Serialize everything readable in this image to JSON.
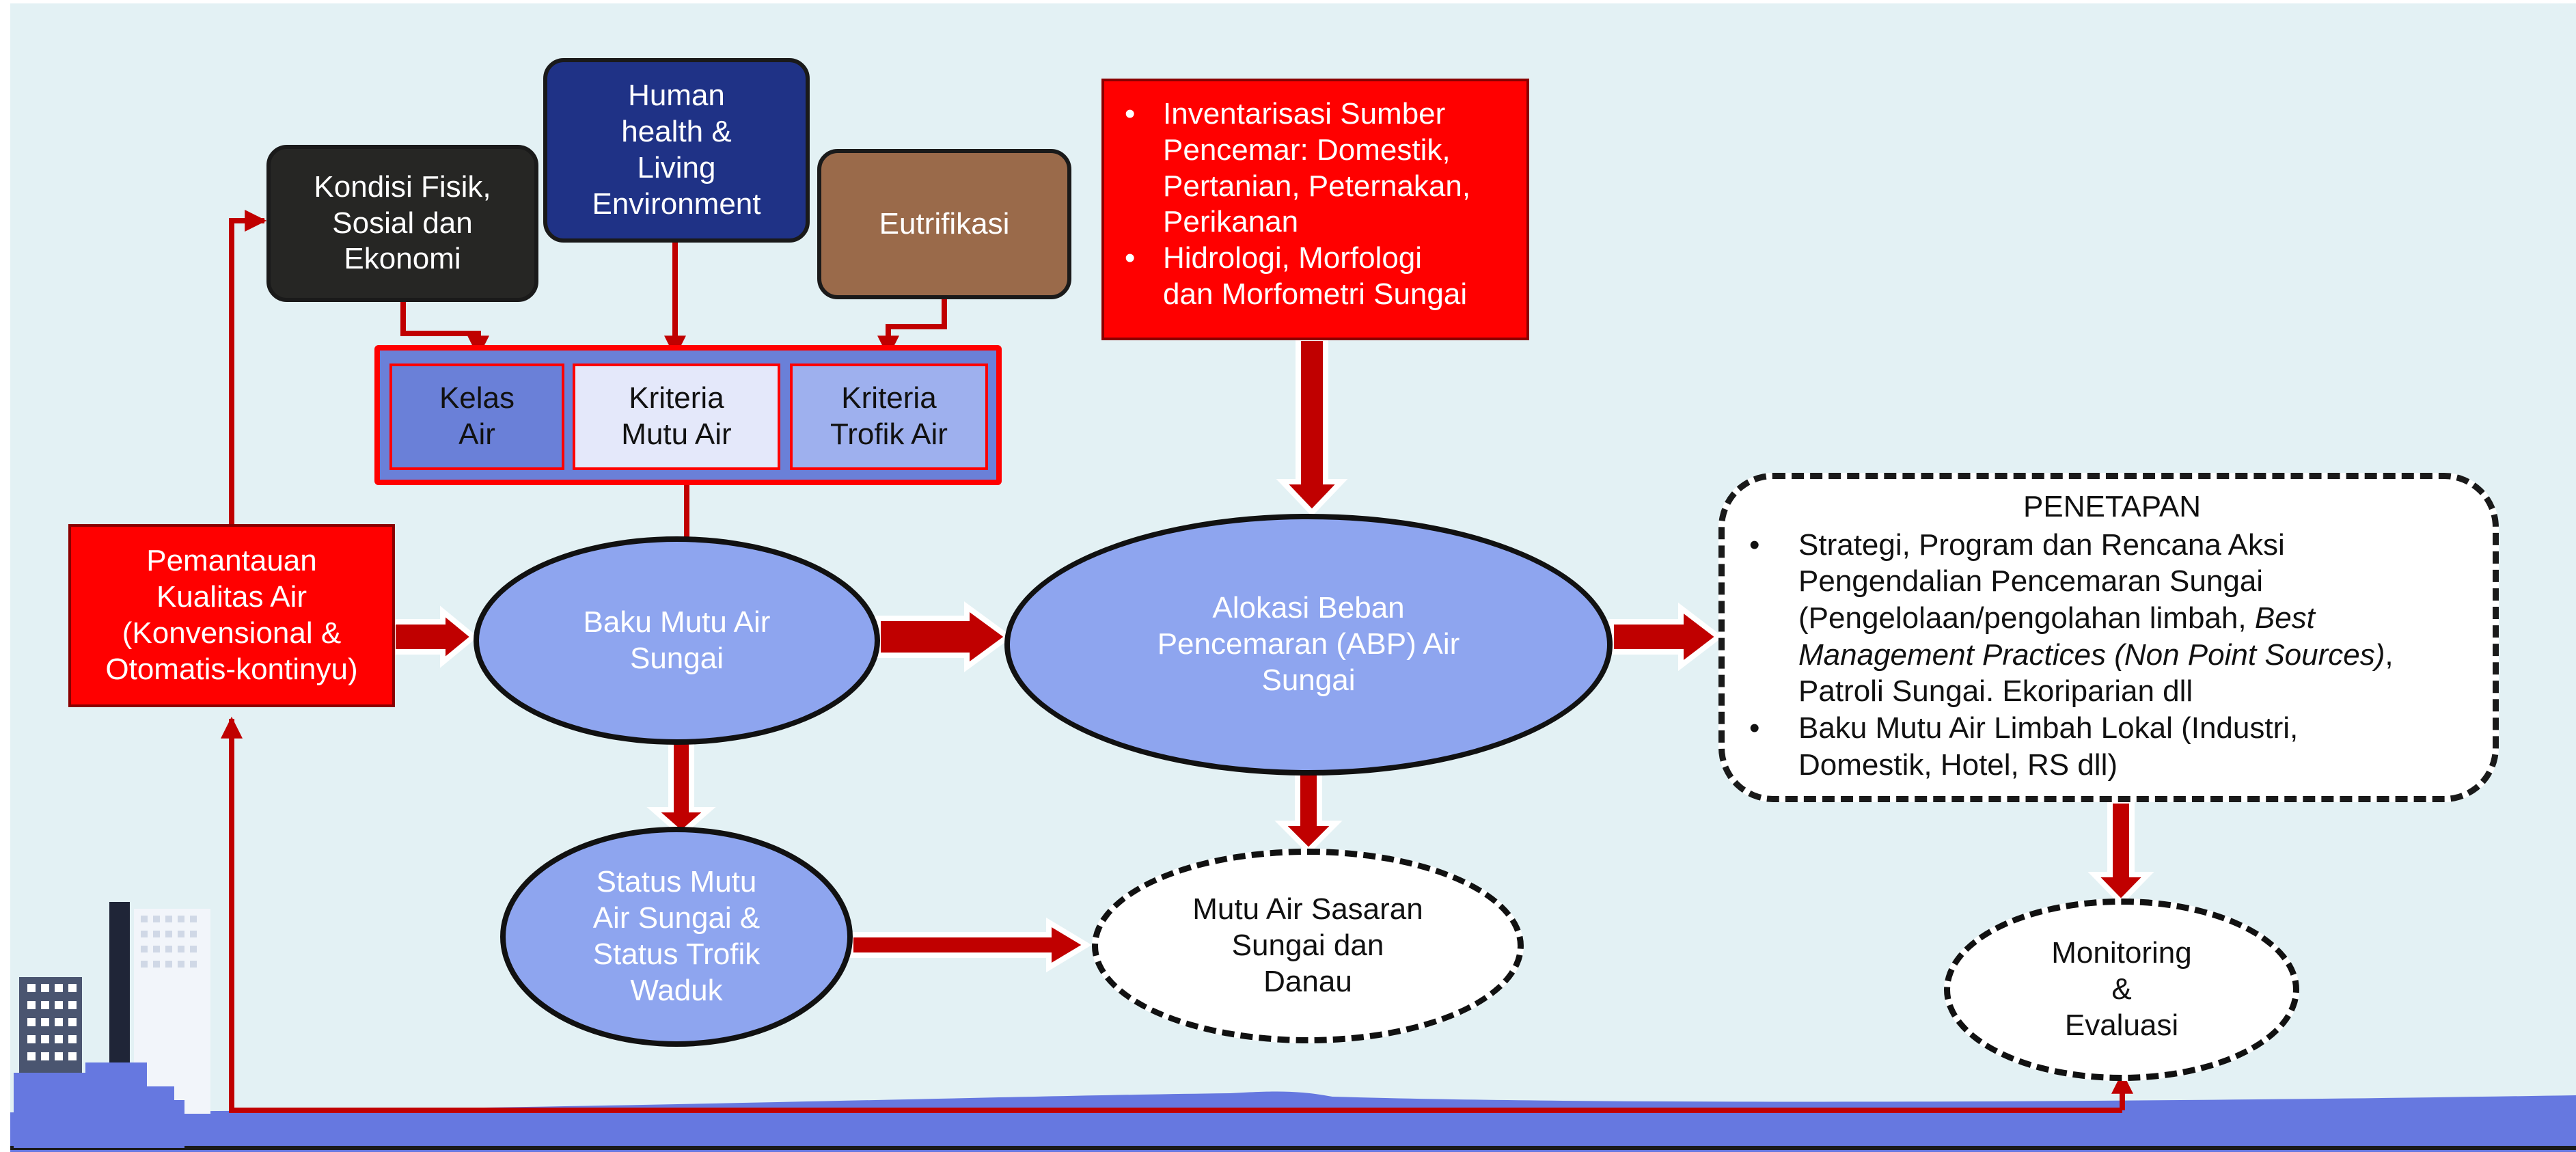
{
  "diagram": {
    "top_boxes": {
      "kondisi": "Kondisi Fisik,\nSosial dan\nEkonomi",
      "human_health": "Human\nhealth &\nLiving\nEnvironment",
      "eutrifikasi": "Eutrifikasi"
    },
    "criteria_group": {
      "kelas_air": "Kelas\nAir",
      "kriteria_mutu_air": "Kriteria\nMutu Air",
      "kriteria_trofik_air": "Kriteria\nTrofik Air"
    },
    "inventarisasi": {
      "items": [
        "Inventarisasi Sumber\nPencemar: Domestik,\nPertanian, Peternakan,\nPerikanan",
        "Hidrologi, Morfologi\ndan Morfometri Sungai"
      ]
    },
    "pemantauan": "Pemantauan\nKualitas Air\n(Konvensional &\nOtomatis-kontinyu)",
    "baku_mutu_air_sungai": "Baku Mutu Air\nSungai",
    "alokasi_beban": "Alokasi Beban\nPencemaran (ABP) Air\nSungai",
    "status_mutu": "Status Mutu\nAir Sungai &\nStatus Trofik\nWaduk",
    "mutu_air_sasaran": "Mutu Air Sasaran\nSungai dan\nDanau",
    "penetapan": {
      "title": "PENETAPAN",
      "item1_line1": "Strategi, Program dan Rencana Aksi",
      "item1_line2": "Pengendalian Pencemaran Sungai",
      "item1_line3_plain": "(Pengelolaan/pengolahan limbah, ",
      "item1_line3_italic": "Best",
      "item1_line4_italic": "Management Practices (Non Point Sources)",
      "item1_line4_plain": ",",
      "item1_line5": "Patroli Sungai. Ekoriparian dll",
      "item2": "Baku Mutu Air Limbah Lokal (Industri,\nDomestik, Hotel, RS dll)"
    },
    "monitoring": "Monitoring\n&\nEvaluasi"
  },
  "colors": {
    "background": "#e3f1f4",
    "flow_red": "#c00000",
    "bright_red": "#ff0000",
    "dark_box": "#262624",
    "navy_box": "#1f3286",
    "brown_box": "#9a6a4a",
    "ellipse_blue": "#8ea5ef",
    "criteria_blue": "#6a80d8",
    "criteria_light": "#e4e8fa",
    "criteria_mid": "#9eb0ee",
    "water_blue": "#6678e0"
  }
}
